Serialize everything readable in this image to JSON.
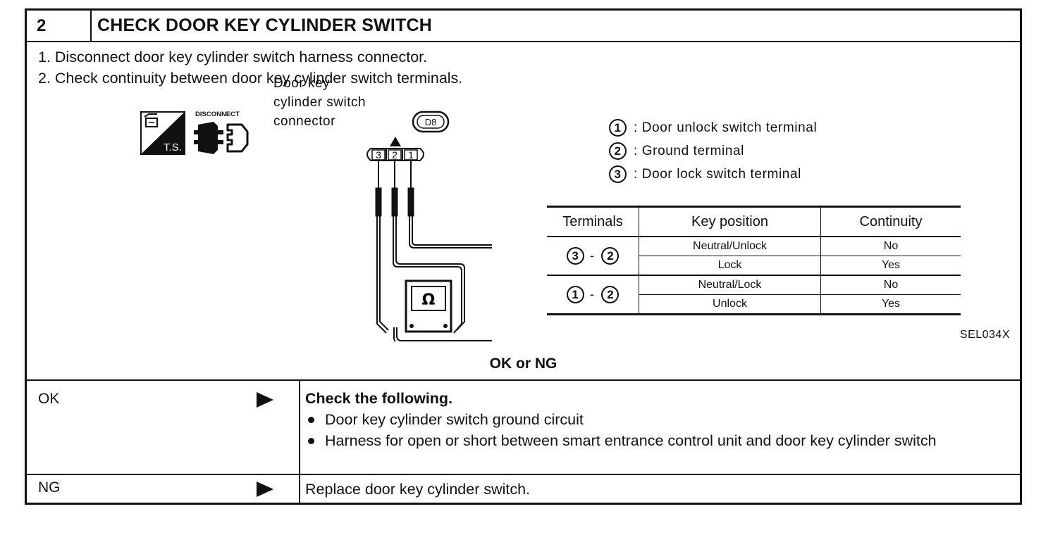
{
  "step": {
    "number": "2",
    "title": "CHECK DOOR KEY CYLINDER SWITCH"
  },
  "instructions": [
    "1. Disconnect door key cylinder switch harness connector.",
    "2. Check continuity between door key cylinder switch terminals."
  ],
  "figure": {
    "ts_label": "T.S.",
    "disconnect_label": "DISCONNECT",
    "connector_label_lines": [
      "Door key",
      "cylinder switch",
      "connector"
    ],
    "connector_id": "D8",
    "terminal_numbers": [
      "3",
      "2",
      "1"
    ],
    "meter_symbol": "Ω",
    "legend": [
      {
        "num": "1",
        "text": ": Door unlock switch terminal"
      },
      {
        "num": "2",
        "text": ": Ground terminal"
      },
      {
        "num": "3",
        "text": ": Door lock switch terminal"
      }
    ],
    "table": {
      "headers": [
        "Terminals",
        "Key position",
        "Continuity"
      ],
      "groups": [
        {
          "a": "3",
          "sep": "-",
          "b": "2",
          "rows": [
            {
              "position": "Neutral/Unlock",
              "continuity": "No"
            },
            {
              "position": "Lock",
              "continuity": "Yes"
            }
          ]
        },
        {
          "a": "1",
          "sep": "-",
          "b": "2",
          "rows": [
            {
              "position": "Neutral/Lock",
              "continuity": "No"
            },
            {
              "position": "Unlock",
              "continuity": "Yes"
            }
          ]
        }
      ]
    },
    "reference": "SEL034X"
  },
  "decision_label": "OK or NG",
  "results": {
    "ok": {
      "label": "OK",
      "heading": "Check the following.",
      "bullets": [
        "Door key cylinder switch ground circuit",
        "Harness for open or short between smart entrance control unit and door key cylinder switch"
      ]
    },
    "ng": {
      "label": "NG",
      "text": "Replace door key cylinder switch."
    }
  }
}
